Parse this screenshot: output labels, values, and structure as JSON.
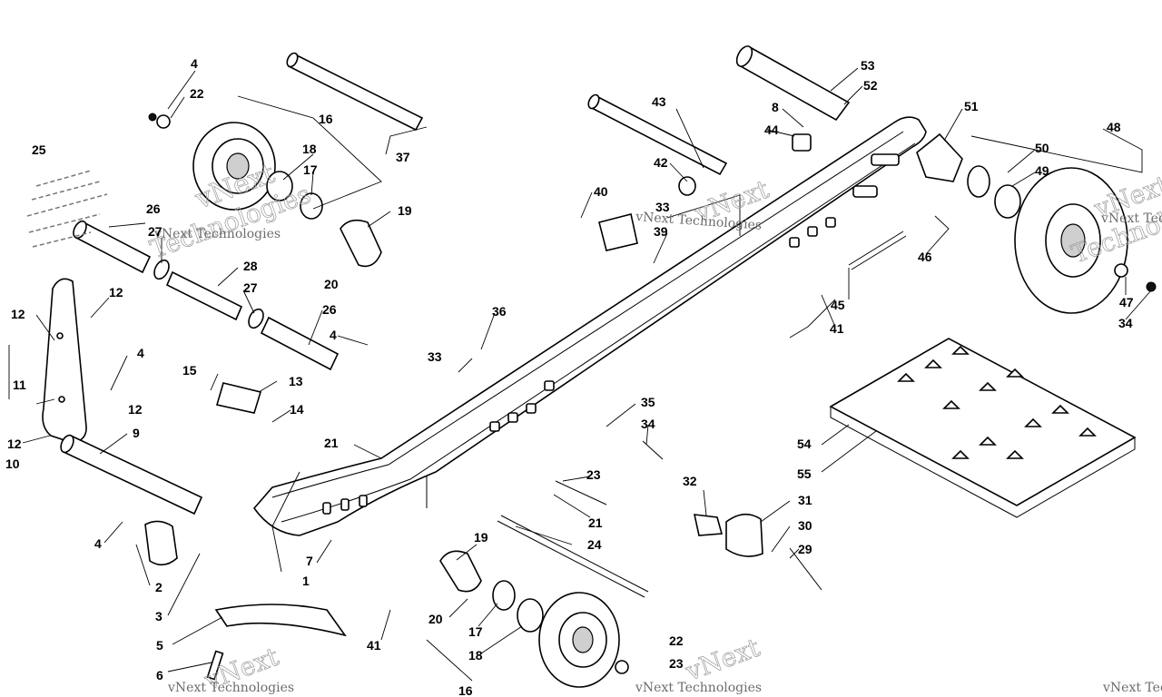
{
  "watermark": {
    "brand": "vNext",
    "tagline": "Technologies",
    "full": "vNext Technologies"
  },
  "callouts": [
    {
      "id": "c1",
      "text": "1"
    },
    {
      "id": "c2",
      "text": "2"
    },
    {
      "id": "c3",
      "text": "3"
    },
    {
      "id": "c4a",
      "text": "4"
    },
    {
      "id": "c4b",
      "text": "4"
    },
    {
      "id": "c4c",
      "text": "4"
    },
    {
      "id": "c4d",
      "text": "4"
    },
    {
      "id": "c5",
      "text": "5"
    },
    {
      "id": "c6",
      "text": "6"
    },
    {
      "id": "c7",
      "text": "7"
    },
    {
      "id": "c8",
      "text": "8"
    },
    {
      "id": "c9",
      "text": "9"
    },
    {
      "id": "c10",
      "text": "10"
    },
    {
      "id": "c11",
      "text": "11"
    },
    {
      "id": "c12a",
      "text": "12"
    },
    {
      "id": "c12b",
      "text": "12"
    },
    {
      "id": "c12c",
      "text": "12"
    },
    {
      "id": "c12d",
      "text": "12"
    },
    {
      "id": "c13",
      "text": "13"
    },
    {
      "id": "c14",
      "text": "14"
    },
    {
      "id": "c15",
      "text": "15"
    },
    {
      "id": "c16a",
      "text": "16"
    },
    {
      "id": "c16b",
      "text": "16"
    },
    {
      "id": "c17a",
      "text": "17"
    },
    {
      "id": "c17b",
      "text": "17"
    },
    {
      "id": "c18a",
      "text": "18"
    },
    {
      "id": "c18b",
      "text": "18"
    },
    {
      "id": "c19a",
      "text": "19"
    },
    {
      "id": "c19b",
      "text": "19"
    },
    {
      "id": "c20a",
      "text": "20"
    },
    {
      "id": "c20b",
      "text": "20"
    },
    {
      "id": "c21a",
      "text": "21"
    },
    {
      "id": "c21b",
      "text": "21"
    },
    {
      "id": "c22a",
      "text": "22"
    },
    {
      "id": "c22b",
      "text": "22"
    },
    {
      "id": "c23a",
      "text": "23"
    },
    {
      "id": "c23b",
      "text": "23"
    },
    {
      "id": "c24",
      "text": "24"
    },
    {
      "id": "c25",
      "text": "25"
    },
    {
      "id": "c26a",
      "text": "26"
    },
    {
      "id": "c26b",
      "text": "26"
    },
    {
      "id": "c27a",
      "text": "27"
    },
    {
      "id": "c27b",
      "text": "27"
    },
    {
      "id": "c28",
      "text": "28"
    },
    {
      "id": "c29",
      "text": "29"
    },
    {
      "id": "c30",
      "text": "30"
    },
    {
      "id": "c31",
      "text": "31"
    },
    {
      "id": "c32",
      "text": "32"
    },
    {
      "id": "c33a",
      "text": "33"
    },
    {
      "id": "c33b",
      "text": "33"
    },
    {
      "id": "c34a",
      "text": "34"
    },
    {
      "id": "c34b",
      "text": "34"
    },
    {
      "id": "c35",
      "text": "35"
    },
    {
      "id": "c36",
      "text": "36"
    },
    {
      "id": "c37",
      "text": "37"
    },
    {
      "id": "c39",
      "text": "39"
    },
    {
      "id": "c40",
      "text": "40"
    },
    {
      "id": "c41a",
      "text": "41"
    },
    {
      "id": "c41b",
      "text": "41"
    },
    {
      "id": "c42",
      "text": "42"
    },
    {
      "id": "c43",
      "text": "43"
    },
    {
      "id": "c44",
      "text": "44"
    },
    {
      "id": "c45",
      "text": "45"
    },
    {
      "id": "c46",
      "text": "46"
    },
    {
      "id": "c47",
      "text": "47"
    },
    {
      "id": "c48",
      "text": "48"
    },
    {
      "id": "c49",
      "text": "49"
    },
    {
      "id": "c50",
      "text": "50"
    },
    {
      "id": "c51",
      "text": "51"
    },
    {
      "id": "c52",
      "text": "52"
    },
    {
      "id": "c53",
      "text": "53"
    },
    {
      "id": "c54",
      "text": "54"
    },
    {
      "id": "c55",
      "text": "55"
    }
  ]
}
